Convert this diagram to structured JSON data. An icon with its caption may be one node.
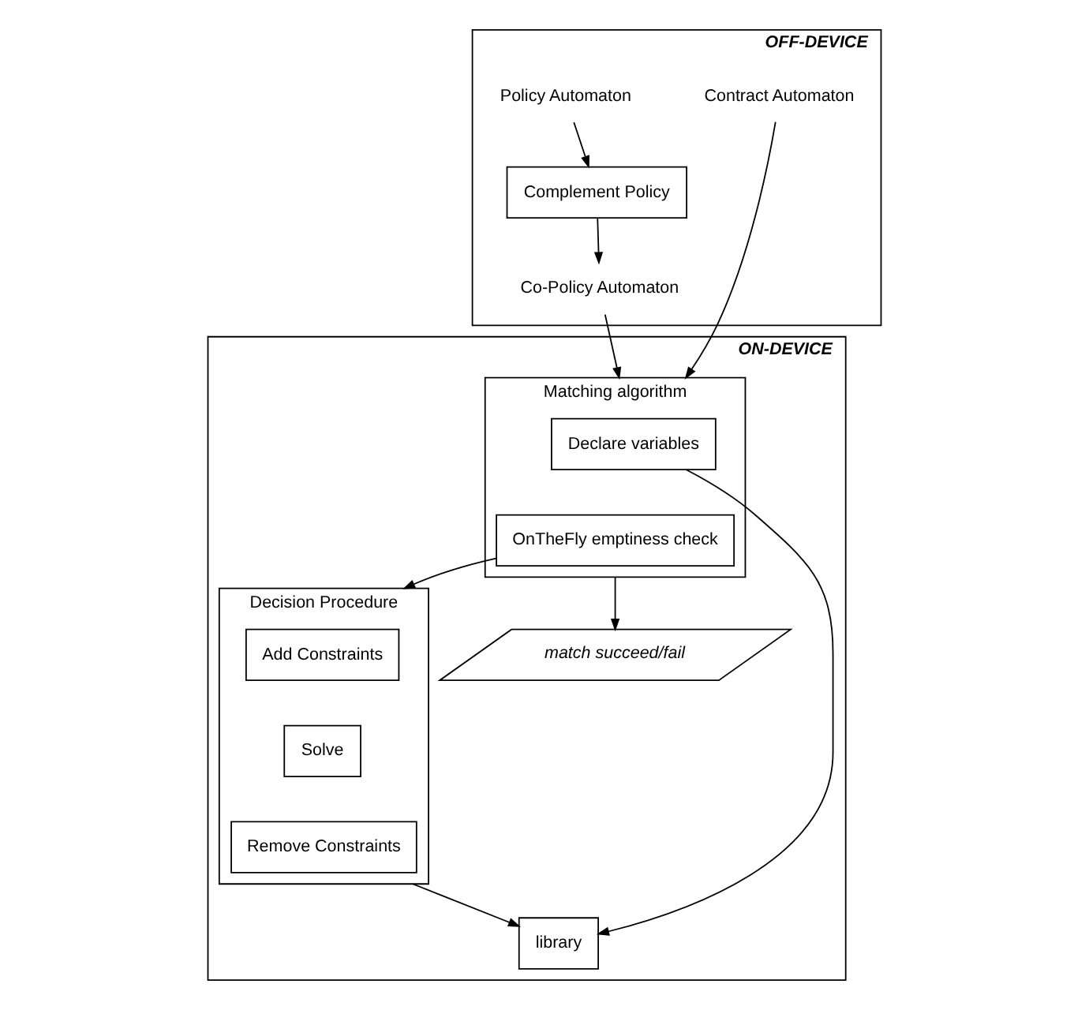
{
  "diagram": {
    "nodes": [
      {
        "text": [
          "OFF-DEVICE"
        ]
      },
      {
        "text": [
          "Policy Automaton"
        ],
        "in": 0
      },
      {
        "text": [
          "Complement Policy"
        ],
        "in": 0
      },
      {
        "text": [
          "Co-Policy Automaton"
        ],
        "in": 0
      },
      {
        "text": [
          "Contract Automaton"
        ],
        "in": 0
      },
      {
        "text": [
          "ON-DEVICE"
        ]
      },
      {
        "text": [
          "Decision Procedure"
        ],
        "in": 5
      },
      {
        "text": [
          "Add Constraints"
        ],
        "in": 6
      },
      {
        "text": [
          "Solve"
        ],
        "in": 6
      },
      {
        "text": [
          "Remove Constraints"
        ],
        "in": 6
      },
      {
        "text": [
          "Matching algorithm"
        ],
        "in": 5
      },
      {
        "text": [
          "Declare variables"
        ],
        "in": 10
      },
      {
        "text": [
          "OnTheFly emptiness check"
        ],
        "in": 10
      },
      {
        "text": [
          "match succeed/fail"
        ],
        "in": 5
      },
      {
        "text": [
          "library"
        ],
        "in": 5
      }
    ],
    "edges": [
      {
        "from": 1,
        "to": 2,
        "arrow": "to"
      },
      {
        "from": 2,
        "to": 3,
        "arrow": "to"
      },
      {
        "from": 3,
        "to": 10,
        "arrow": "to"
      },
      {
        "from": 4,
        "to": 10,
        "arrow": "to"
      },
      {
        "from": 12,
        "to": 6,
        "arrow": "to"
      },
      {
        "from": 11,
        "to": 14,
        "arrow": "to"
      },
      {
        "from": 6,
        "to": 14,
        "arrow": "to"
      },
      {
        "from": 10,
        "to": 13,
        "arrow": "to"
      }
    ]
  }
}
